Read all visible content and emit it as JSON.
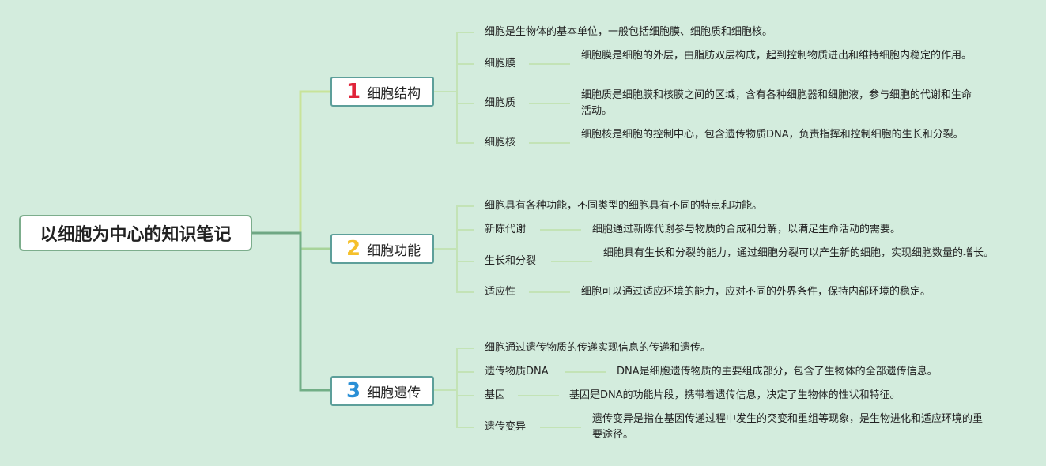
{
  "root": {
    "title": "以细胞为中心的知识笔记"
  },
  "branches": [
    {
      "number": "1",
      "number_color": "#e0243a",
      "label": "细胞结构",
      "intro": "细胞是生物体的基本单位，一般包括细胞膜、细胞质和细胞核。",
      "items": [
        {
          "term": "细胞膜",
          "desc": "细胞膜是细胞的外层，由脂肪双层构成，起到控制物质进出和维持细胞内稳定的作用。"
        },
        {
          "term": "细胞质",
          "desc": "细胞质是细胞膜和核膜之间的区域，含有各种细胞器和细胞液，参与细胞的代谢和生命活动。"
        },
        {
          "term": "细胞核",
          "desc": "细胞核是细胞的控制中心，包含遗传物质DNA，负责指挥和控制细胞的生长和分裂。"
        }
      ]
    },
    {
      "number": "2",
      "number_color": "#f5c02b",
      "label": "细胞功能",
      "intro": "细胞具有各种功能，不同类型的细胞具有不同的特点和功能。",
      "items": [
        {
          "term": "新陈代谢",
          "desc": "细胞通过新陈代谢参与物质的合成和分解，以满足生命活动的需要。"
        },
        {
          "term": "生长和分裂",
          "desc": "细胞具有生长和分裂的能力，通过细胞分裂可以产生新的细胞，实现细胞数量的增长。"
        },
        {
          "term": "适应性",
          "desc": "细胞可以通过适应环境的能力，应对不同的外界条件，保持内部环境的稳定。"
        }
      ]
    },
    {
      "number": "3",
      "number_color": "#2a8fd6",
      "label": "细胞遗传",
      "intro": "细胞通过遗传物质的传递实现信息的传递和遗传。",
      "items": [
        {
          "term": "遗传物质DNA",
          "desc": "DNA是细胞遗传物质的主要组成部分，包含了生物体的全部遗传信息。"
        },
        {
          "term": "基因",
          "desc": "基因是DNA的功能片段，携带着遗传信息，决定了生物体的性状和特征。"
        },
        {
          "term": "遗传变异",
          "desc": "遗传变异是指在基因传递过程中发生的突变和重组等现象，是生物进化和适应环境的重要途径。"
        }
      ]
    }
  ],
  "colors": {
    "branch_line_1": "#c8e39a",
    "branch_line_2": "#a8d49a",
    "branch_line_3": "#72ae86",
    "root_line": "#6fa784",
    "leaf_line": "#c3e3b6"
  }
}
